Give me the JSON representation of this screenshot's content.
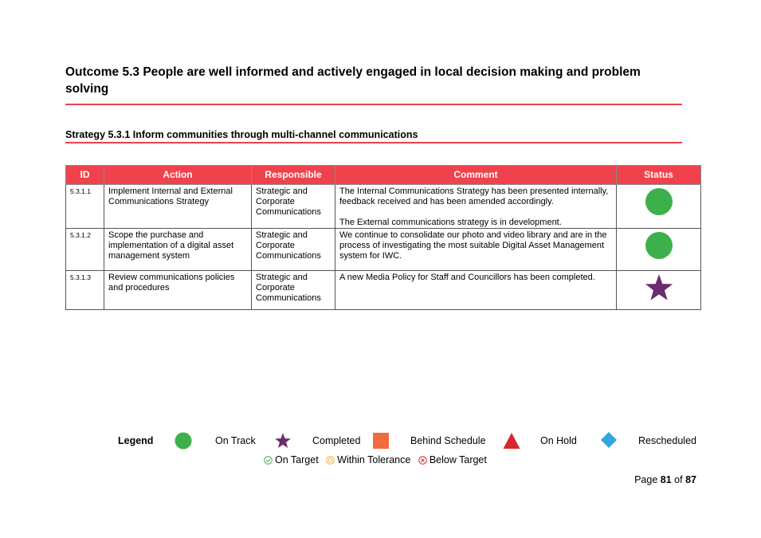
{
  "outcome": {
    "title": "Outcome 5.3 People are well informed and actively engaged in local decision making and problem solving"
  },
  "strategy": {
    "title": "Strategy 5.3.1 Inform communities through multi-channel communications"
  },
  "table": {
    "headers": {
      "id": "ID",
      "action": "Action",
      "responsible": "Responsible",
      "comment": "Comment",
      "status": "Status"
    },
    "rows": [
      {
        "id": "5.3.1.1",
        "action": "Implement Internal and External Communications Strategy",
        "responsible": "Strategic and Corporate Communications",
        "comment": "The Internal Communications Strategy has been presented internally, feedback received and has been amended accordingly.",
        "comment2": "The External communications strategy is in development.",
        "status": "On Track"
      },
      {
        "id": "5.3.1.2",
        "action": "Scope the purchase and implementation of a digital asset management system",
        "responsible": "Strategic and Corporate Communications",
        "comment": "We continue to consolidate our photo and video library and are in the process of investigating the most suitable Digital Asset Management system for IWC.",
        "status": "On Track"
      },
      {
        "id": "5.3.1.3",
        "action": "Review communications policies and procedures",
        "responsible": "Strategic and Corporate Communications",
        "comment": "A new Media Policy for Staff and Councillors has been completed.",
        "status": "Completed"
      }
    ]
  },
  "legend": {
    "label": "Legend",
    "items": {
      "on_track": "On Track",
      "completed": "Completed",
      "behind_schedule": "Behind Schedule",
      "on_hold": "On Hold",
      "rescheduled": "Rescheduled"
    },
    "tolerance": {
      "on_target": "On Target",
      "within_tolerance": "Within Tolerance",
      "below_target": "Below Target"
    }
  },
  "colors": {
    "accent_red": "#f0424c",
    "on_track": "#3db04b",
    "completed": "#6b2c6e",
    "behind_schedule": "#f26a3f",
    "on_hold": "#d7262f",
    "rescheduled": "#31a6df"
  },
  "footer": {
    "page_prefix": "Page",
    "page_number": "81",
    "page_of": "of",
    "page_total": "87"
  }
}
